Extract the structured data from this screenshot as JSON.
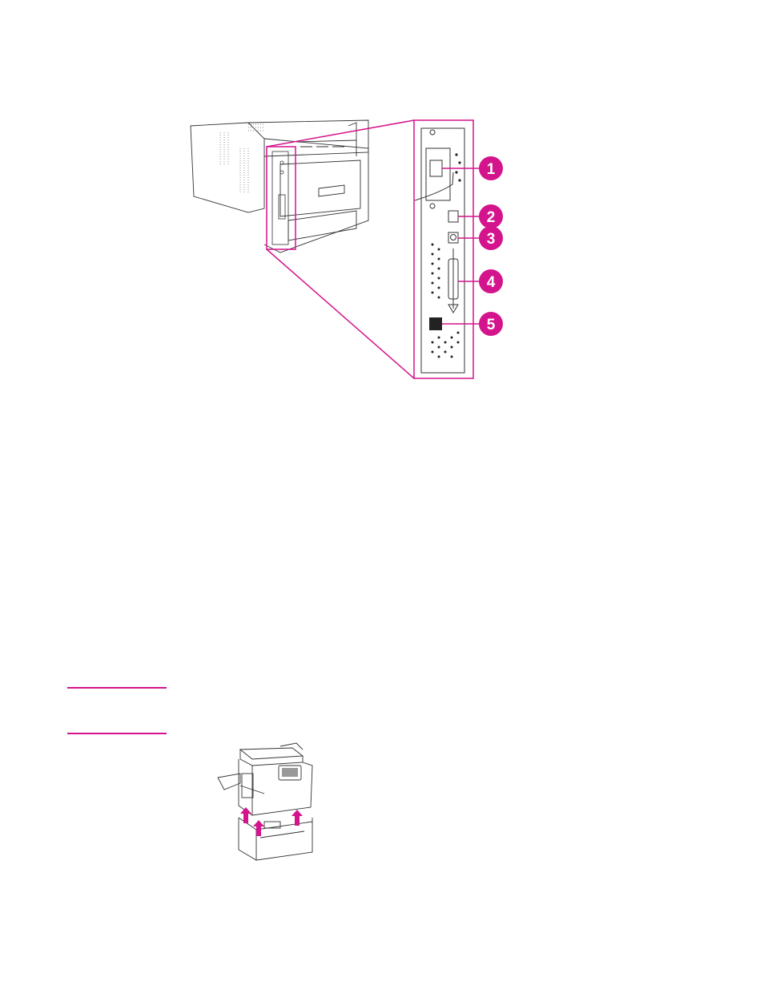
{
  "figure_ports": {
    "callouts": [
      "1",
      "2",
      "3",
      "4",
      "5"
    ],
    "accent_color": "#d4148c"
  },
  "note_rule": {
    "color": "#d4148c"
  },
  "figure_tray": {
    "arrow_color": "#d4148c"
  }
}
